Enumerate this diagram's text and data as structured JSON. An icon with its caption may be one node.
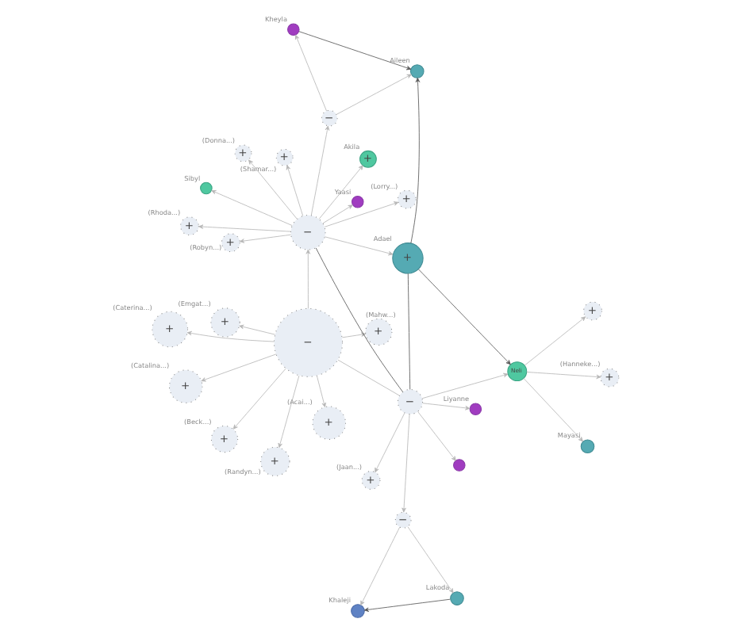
{
  "diagram": {
    "nodes": [
      {
        "text": [
          "−"
        ]
      },
      {
        "text": [
          "+"
        ],
        "beside": [
          "(Mahw...)"
        ]
      },
      {
        "text": [
          "+"
        ],
        "beside": [
          "(Beck...)"
        ]
      },
      {
        "text": [
          "+"
        ],
        "beside": [
          "(Emgat...)"
        ]
      },
      {
        "text": [
          "+"
        ],
        "beside": [
          "(Acai...)"
        ]
      },
      {
        "text": [
          "+"
        ],
        "beside": [
          "(Caterina...)"
        ]
      },
      {
        "text": [
          "+"
        ],
        "beside": [
          "(Catalina...)"
        ]
      },
      {
        "text": [
          "+"
        ],
        "beside": [
          "(Randyn...)"
        ]
      },
      {
        "text": [
          "−"
        ]
      },
      {
        "text": [],
        "shape": "circle",
        "beside": [
          "Liyanne"
        ]
      },
      {
        "text": [],
        "shape": "circle"
      },
      {
        "text": [
          "+"
        ],
        "beside": [
          "(Jaan...)"
        ]
      },
      {
        "text": [
          "+"
        ],
        "beside": [
          "(Hanneke...)"
        ]
      },
      {
        "text": [
          "−"
        ]
      },
      {
        "text": [
          "Neli"
        ]
      },
      {
        "text": [],
        "shape": "circle",
        "beside": [
          "Mayasi"
        ]
      },
      {
        "text": [],
        "shape": "circle",
        "beside": [
          "Lakoda"
        ]
      },
      {
        "text": [
          "+"
        ]
      },
      {
        "text": [],
        "shape": "circle",
        "beside": [
          "Khaleji"
        ]
      },
      {
        "text": [],
        "shape": "circle",
        "beside": [
          "Kheyla"
        ]
      },
      {
        "text": [
          "+"
        ],
        "beside": [
          "(Rhoda...)"
        ]
      },
      {
        "text": [
          "−"
        ]
      },
      {
        "text": [],
        "shape": "circle",
        "beside": [
          "Aileen"
        ]
      },
      {
        "text": [
          "+"
        ],
        "beside": [
          "(Shamar...)"
        ]
      },
      {
        "text": [
          "+"
        ],
        "beside": [
          "Adael"
        ]
      },
      {
        "text": [
          "−"
        ]
      },
      {
        "text": [
          "+"
        ],
        "beside": [
          "Akila"
        ]
      },
      {
        "text": [],
        "shape": "circle",
        "beside": [
          "Sibyl"
        ]
      },
      {
        "text": [
          "+"
        ],
        "beside": [
          "(Robyn...)"
        ]
      },
      {
        "text": [
          "+"
        ],
        "beside": [
          "(Lorry...)"
        ]
      },
      {
        "text": [
          "+"
        ],
        "beside": [
          "(Donna...)"
        ]
      },
      {
        "text": [],
        "shape": "circle",
        "beside": [
          "Yaasi"
        ]
      }
    ],
    "edges": [
      {
        "from": 0,
        "to": 1,
        "arrow": "to"
      },
      {
        "from": 0,
        "to": 2,
        "arrow": "to"
      },
      {
        "from": 0,
        "to": 3,
        "arrow": "to"
      },
      {
        "from": 0,
        "to": 4,
        "arrow": "to"
      },
      {
        "from": 0,
        "to": 5,
        "arrow": "to"
      },
      {
        "from": 0,
        "to": 6,
        "arrow": "to"
      },
      {
        "from": 0,
        "to": 7,
        "arrow": "to"
      },
      {
        "from": 0,
        "to": 8,
        "arrow": "none"
      },
      {
        "from": 0,
        "to": 25,
        "arrow": "to"
      },
      {
        "from": 8,
        "to": 9,
        "arrow": "to"
      },
      {
        "from": 8,
        "to": 10,
        "arrow": "to"
      },
      {
        "from": 8,
        "to": 11,
        "arrow": "to"
      },
      {
        "from": 8,
        "to": 13,
        "arrow": "to"
      },
      {
        "from": 8,
        "to": 14,
        "arrow": "to"
      },
      {
        "from": 14,
        "to": 12,
        "arrow": "to"
      },
      {
        "from": 14,
        "to": 15,
        "arrow": "to"
      },
      {
        "from": 14,
        "to": 17,
        "arrow": "to"
      },
      {
        "from": 13,
        "to": 16,
        "arrow": "to"
      },
      {
        "from": 13,
        "to": 18,
        "arrow": "to"
      },
      {
        "from": 25,
        "to": 24,
        "arrow": "to"
      },
      {
        "from": 25,
        "to": 20,
        "arrow": "to"
      },
      {
        "from": 25,
        "to": 21,
        "arrow": "to"
      },
      {
        "from": 25,
        "to": 23,
        "arrow": "to"
      },
      {
        "from": 25,
        "to": 26,
        "arrow": "to"
      },
      {
        "from": 25,
        "to": 27,
        "arrow": "to"
      },
      {
        "from": 25,
        "to": 28,
        "arrow": "to"
      },
      {
        "from": 25,
        "to": 29,
        "arrow": "to"
      },
      {
        "from": 25,
        "to": 30,
        "arrow": "to"
      },
      {
        "from": 25,
        "to": 31,
        "arrow": "to"
      },
      {
        "from": 21,
        "to": 19,
        "arrow": "to"
      },
      {
        "from": 21,
        "to": 22,
        "arrow": "to"
      },
      {
        "from": 24,
        "to": 8,
        "arrow": "none",
        "color": "#555555"
      },
      {
        "from": 25,
        "to": 8,
        "arrow": "none",
        "color": "#555555"
      },
      {
        "from": 24,
        "to": 14,
        "arrow": "to",
        "color": "#555555"
      },
      {
        "from": 24,
        "to": 22,
        "arrow": "to",
        "color": "#555555"
      },
      {
        "from": 19,
        "to": 22,
        "arrow": "to",
        "color": "#555555"
      },
      {
        "from": 16,
        "to": 18,
        "arrow": "to",
        "color": "#555555"
      }
    ]
  }
}
